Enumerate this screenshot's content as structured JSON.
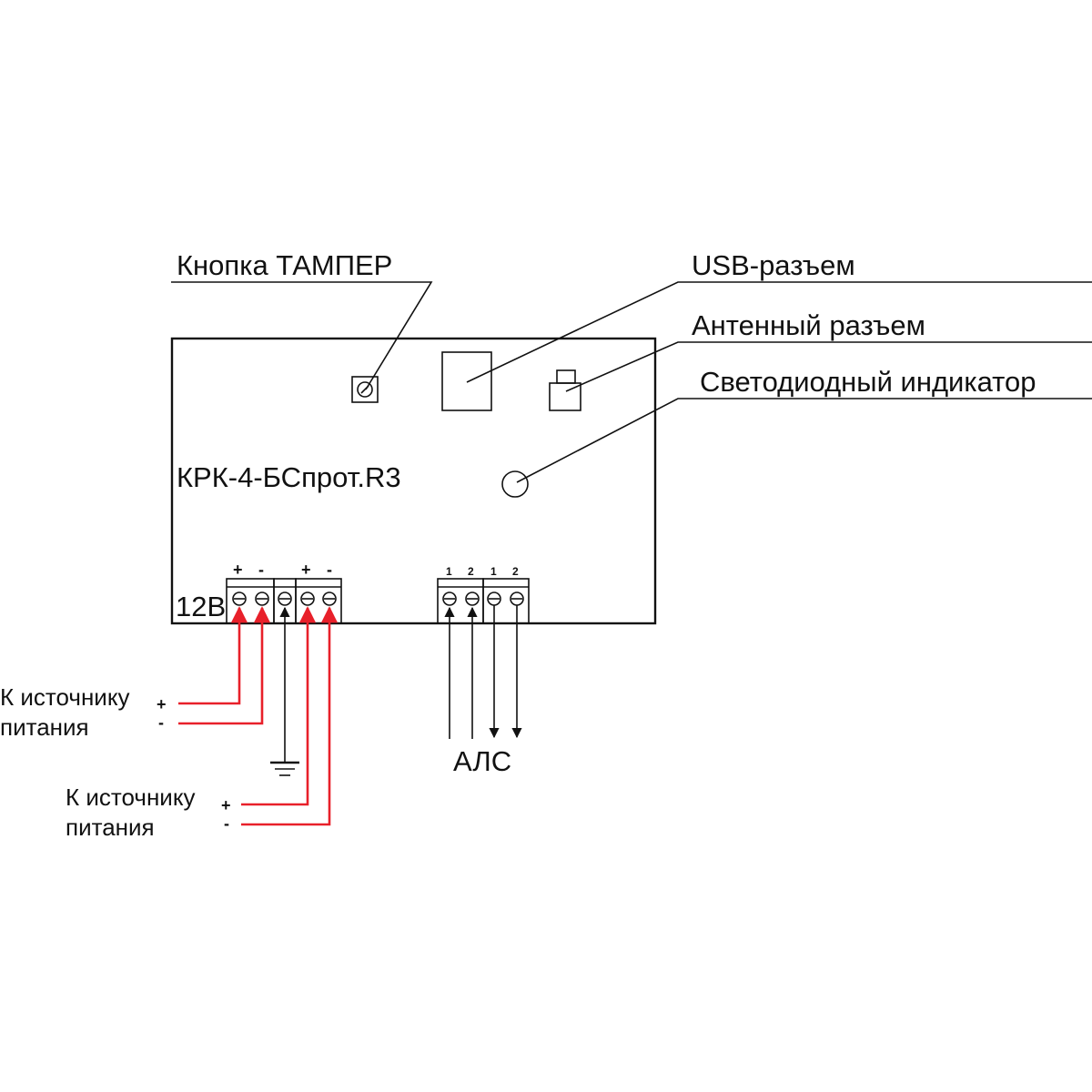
{
  "device": {
    "name": "КРК-4-БСпрот.R3"
  },
  "callouts": {
    "tamper": "Кнопка ТАМПЕР",
    "usb": "USB-разъем",
    "antenna": "Антенный разъем",
    "led": "Светодиодный индикатор"
  },
  "power_block": {
    "voltage_label": "12В",
    "plus": "+",
    "minus": "-"
  },
  "power_sources": [
    {
      "text_line1": "К источнику",
      "text_line2": "питания",
      "plus": "+",
      "minus": "-"
    },
    {
      "text_line1": "К источнику",
      "text_line2": "питания",
      "plus": "+",
      "minus": "-"
    }
  ],
  "als_block": {
    "label": "АЛС",
    "pins": [
      "1",
      "2",
      "1",
      "2"
    ]
  },
  "colors": {
    "line": "#111111",
    "power_wire": "#e8202a"
  }
}
